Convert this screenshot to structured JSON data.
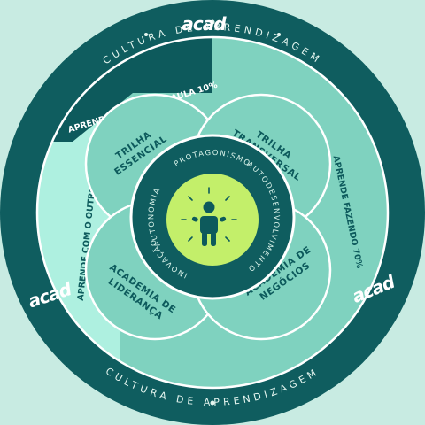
{
  "ring_label": "CULTURA DE APRENDIZAGEM",
  "logo_text": "acad",
  "bands": {
    "sala_de_aula": "APRENDE EM SALA DE AULA 10%",
    "fazendo": "APRENDE FAZENDO 70%",
    "com_o_outro": "APRENDE COM O OUTRO 20%"
  },
  "petals": {
    "trilha_essencial": [
      "TRILHA",
      "ESSENCIAL"
    ],
    "trilha_transversal": [
      "TRILHA",
      "TRANSVERSAL"
    ],
    "academia_lideranca": [
      "ACADEMIA DE",
      "LIDERANÇA"
    ],
    "academia_negocios": [
      "ACADEMIA DE",
      "NEGÓCIOS"
    ]
  },
  "core": {
    "top": "PROTAGONISMO",
    "right": "AUTODESENVOLVIMENTO",
    "bottom_left": "INOVAÇÃO",
    "left": "AUTONOMIA"
  },
  "colors": {
    "background": "#c8ebe2",
    "outer_ring": "#0f5d5f",
    "band_light": "#7fd2bf",
    "band_pale": "#aef0e0",
    "band_dark": "#0d5a5c",
    "petal": "#7fd2bf",
    "core_dark": "#0f5d5f",
    "core_green": "#c3ef6a",
    "person_icon": "#0d5a5c"
  },
  "icons": [
    "person-icon",
    "acad-logo"
  ]
}
